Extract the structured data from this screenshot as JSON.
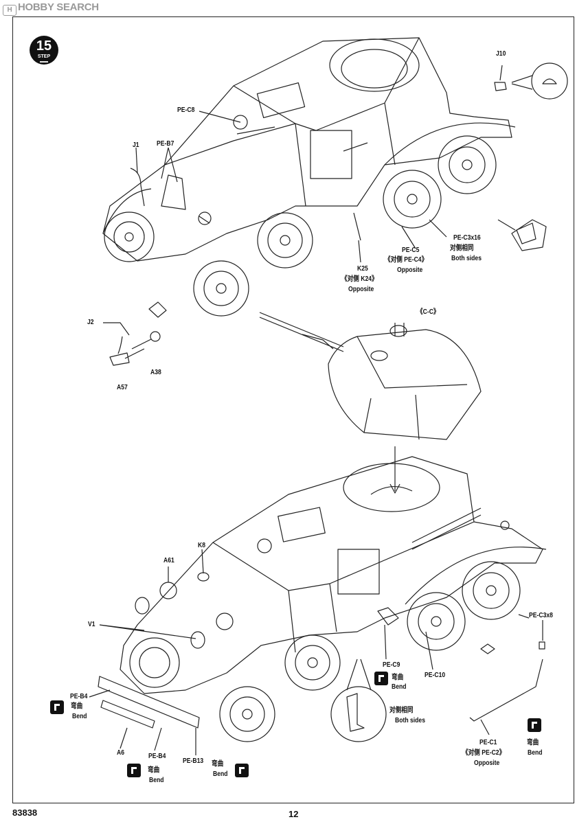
{
  "watermark": "HOBBY SEARCH",
  "step": {
    "number": "15",
    "word": "STEP"
  },
  "footer": {
    "kit_number": "83838",
    "page_number": "12"
  },
  "labels": {
    "pe_c8": "PE-C8",
    "j10": "J10",
    "j1": "J1",
    "pe_b7": "PE-B7",
    "pe_c3x16": "PE-C3x16",
    "pe_c3x16_cn": "对侧相同",
    "pe_c3x16_en": "Both sides",
    "pe_c5": "PE-C5",
    "pe_c5_cn": "《对侧 PE-C4》",
    "pe_c5_en": "Opposite",
    "k25": "K25",
    "k25_cn": "《对侧 K24》",
    "k25_en": "Opposite",
    "j2": "J2",
    "a38": "A38",
    "a57": "A57",
    "c_c": "《C-C》",
    "k8": "K8",
    "a61": "A61",
    "v1": "V1",
    "pe_c3x8": "PE-C3x8",
    "pe_c9": "PE-C9",
    "pe_c9_cn": "弯曲",
    "pe_c9_en": "Bend",
    "pe_c10": "PE-C10",
    "both_cn": "对侧相同",
    "both_en": "Both sides",
    "pe_b4_left": "PE-B4",
    "pe_b4_left_cn": "弯曲",
    "pe_b4_left_en": "Bend",
    "a6": "A6",
    "pe_b4_bottom": "PE-B4",
    "pe_b4_bottom_cn": "弯曲",
    "pe_b4_bottom_en": "Bend",
    "pe_b13": "PE-B13",
    "pe_b13_cn": "弯曲",
    "pe_b13_en": "Bend",
    "pe_c1": "PE-C1",
    "pe_c1_cn": "《对侧 PE-C2》",
    "pe_c1_en": "Opposite",
    "right_bend_cn": "弯曲",
    "right_bend_en": "Bend"
  }
}
